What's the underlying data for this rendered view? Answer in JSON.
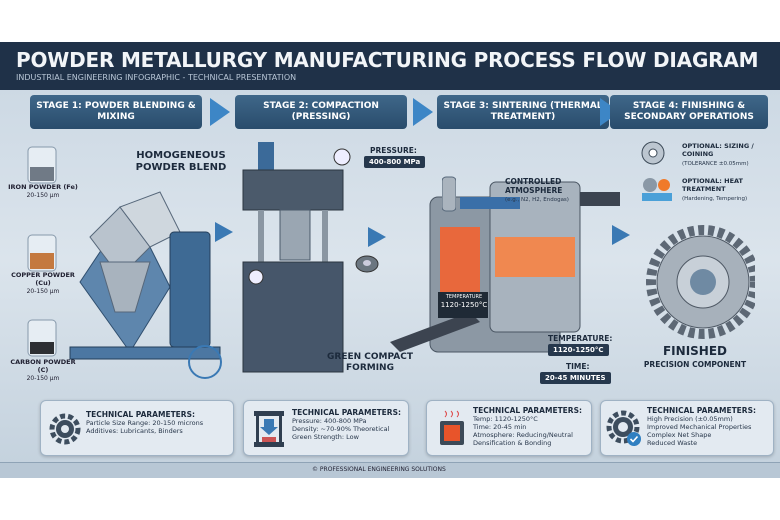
{
  "header": {
    "title": "POWDER METALLURGY MANUFACTURING PROCESS FLOW DIAGRAM",
    "subtitle": "INDUSTRIAL ENGINEERING INFOGRAPHIC - TECHNICAL PRESENTATION"
  },
  "stages": [
    {
      "label": "STAGE 1: POWDER BLENDING & MIXING"
    },
    {
      "label": "STAGE 2: COMPACTION (PRESSING)"
    },
    {
      "label": "STAGE 3: SINTERING (THERMAL TREATMENT)"
    },
    {
      "label": "STAGE 4: FINISHING & SECONDARY OPERATIONS"
    }
  ],
  "stage1": {
    "powders": [
      {
        "name": "IRON POWDER (Fe)",
        "size": "20-150 µm"
      },
      {
        "name": "COPPER POWDER (Cu)",
        "size": "20-150 µm"
      },
      {
        "name": "CARBON POWDER (C)",
        "size": "20-150 µm"
      }
    ],
    "blend_label": "HOMOGENEOUS POWDER BLEND"
  },
  "stage2": {
    "pressure_label": "PRESSURE:",
    "pressure_value": "400-800 MPa",
    "compact_label": "GREEN COMPACT FORMING"
  },
  "stage3": {
    "atmosphere_label": "CONTROLLED ATMOSPHERE",
    "atmosphere_examples": "(e.g., N2, H2, Endogas)",
    "display_label": "TEMPERATURE",
    "display_value": "1120-1250°C",
    "temp_label": "TEMPERATURE:",
    "temp_value": "1120-1250°C",
    "time_label": "TIME:",
    "time_value": "20-45 MINUTES"
  },
  "stage4": {
    "sizing_title": "OPTIONAL: SIZING / COINING",
    "sizing_detail": "(TOLERANCE ±0.05mm)",
    "heat_title": "OPTIONAL: HEAT TREATMENT",
    "heat_detail": "(Hardening, Tempering)",
    "finished_title": "FINISHED",
    "finished_subtitle": "PRECISION COMPONENT"
  },
  "params": [
    {
      "title": "TECHNICAL PARAMETERS:",
      "lines": [
        "Particle Size Range: 20-150 microns",
        "Additives: Lubricants, Binders"
      ],
      "icon": "gear-icon"
    },
    {
      "title": "TECHNICAL PARAMETERS:",
      "lines": [
        "Pressure: 400-800 MPa",
        "Density: ~70-90% Theoretical",
        "Green Strength: Low"
      ],
      "icon": "press-icon"
    },
    {
      "title": "TECHNICAL PARAMETERS:",
      "lines": [
        "Temp: 1120-1250°C",
        "Time: 20-45 min",
        "Atmosphere: Reducing/Neutral",
        "Densification & Bonding"
      ],
      "icon": "furnace-icon"
    },
    {
      "title": "TECHNICAL PARAMETERS:",
      "lines": [
        "High Precision (±0.05mm)",
        "Improved Mechanical Properties",
        "Complex Net Shape",
        "Reduced Waste"
      ],
      "icon": "gear-check-icon"
    }
  ],
  "footer": {
    "text": "© PROFESSIONAL ENGINEERING SOLUTIONS"
  },
  "colors": {
    "header": "#1f3148",
    "stage": "#294c6c",
    "arrow": "#3a79b4",
    "background": "#d3dde7"
  }
}
